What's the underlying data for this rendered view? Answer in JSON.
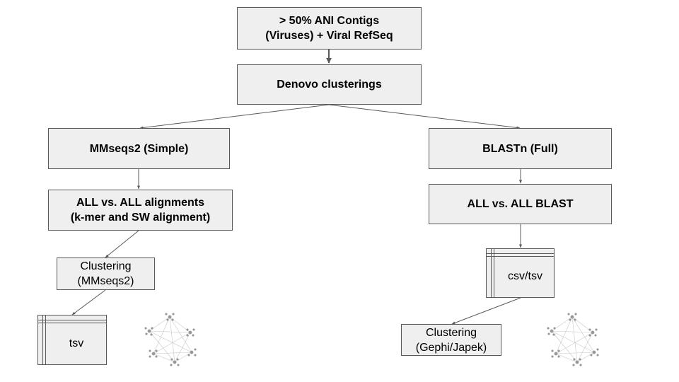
{
  "nodes": {
    "input": "> 50% ANI Contigs\n(Viruses) + Viral RefSeq",
    "denovo": "Denovo clusterings",
    "mmseqs_simple": "MMseqs2 (Simple)",
    "blastn_full": "BLASTn (Full)",
    "all_vs_all_alignments": "ALL vs. ALL alignments\n(k-mer and SW alignment)",
    "all_vs_all_blast": "ALL vs. ALL BLAST",
    "clustering_mmseqs": "Clustering\n(MMseqs2)",
    "clustering_gephi": "Clustering\n(Gephi/Japek)"
  },
  "files": {
    "csv_tsv": "csv/tsv",
    "tsv": "tsv"
  },
  "icons": {
    "network_left": "network-graph-icon",
    "network_right": "network-graph-icon",
    "table_csv": "table-file-icon",
    "table_tsv": "table-file-icon"
  },
  "colors": {
    "box_fill": "#efefef",
    "box_border": "#595959",
    "edge": "#595959",
    "network": "#aaaaaa"
  }
}
